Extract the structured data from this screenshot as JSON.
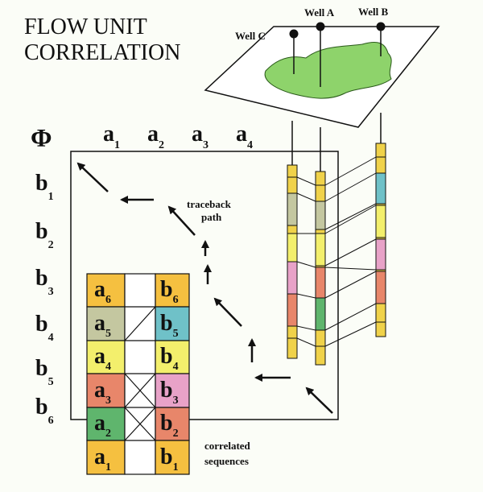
{
  "title_lines": [
    "FLOW UNIT",
    "CORRELATION"
  ],
  "wells": [
    "Well A",
    "Well B",
    "Well C"
  ],
  "phi": "Φ",
  "a_headers": [
    {
      "base": "a",
      "sub": "1"
    },
    {
      "base": "a",
      "sub": "2"
    },
    {
      "base": "a",
      "sub": "3"
    },
    {
      "base": "a",
      "sub": "4"
    }
  ],
  "b_headers": [
    {
      "base": "b",
      "sub": "1"
    },
    {
      "base": "b",
      "sub": "2"
    },
    {
      "base": "b",
      "sub": "3"
    },
    {
      "base": "b",
      "sub": "4"
    },
    {
      "base": "b",
      "sub": "5"
    },
    {
      "base": "b",
      "sub": "6"
    }
  ],
  "traceback_lines": [
    "traceback",
    "path"
  ],
  "correlated_lines": [
    "correlated",
    "sequences"
  ],
  "sequence_a": [
    {
      "base": "a",
      "sub": "6",
      "color": "#f5c040"
    },
    {
      "base": "a",
      "sub": "5",
      "color": "#c4c7a0"
    },
    {
      "base": "a",
      "sub": "4",
      "color": "#f3ef6c"
    },
    {
      "base": "a",
      "sub": "3",
      "color": "#e8866a"
    },
    {
      "base": "a",
      "sub": "2",
      "color": "#5fb56d"
    },
    {
      "base": "a",
      "sub": "1",
      "color": "#f5c040"
    }
  ],
  "sequence_b": [
    {
      "base": "b",
      "sub": "6",
      "color": "#f5c040"
    },
    {
      "base": "b",
      "sub": "5",
      "color": "#6fc1c8"
    },
    {
      "base": "b",
      "sub": "4",
      "color": "#f3ef6c"
    },
    {
      "base": "b",
      "sub": "3",
      "color": "#e8a2c8"
    },
    {
      "base": "b",
      "sub": "2",
      "color": "#e8866a"
    },
    {
      "base": "b",
      "sub": "1",
      "color": "#f5c040"
    }
  ],
  "colors": {
    "map_green": "#8ed36b",
    "background": "#fbfdf7",
    "well_yellow": "#f0d24a"
  }
}
